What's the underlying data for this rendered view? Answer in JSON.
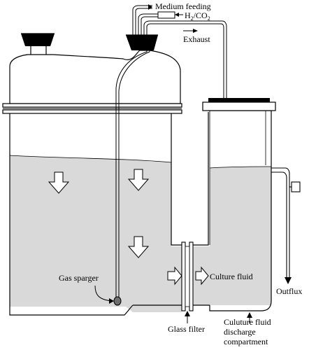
{
  "labels": {
    "medium_feeding": "Medium feeding",
    "gas_h": "H",
    "gas_sub2a": "2",
    "gas_slash_co": "/CO",
    "gas_sub2b": "2",
    "exhaust": "Exhaust",
    "gas_sparger": "Gas sparger",
    "culture_fluid": "Culture fluid",
    "outflux": "Outflux",
    "glass_filter": "Glass filter",
    "discharge_line1": "Culuture fluid",
    "discharge_line2": "discharge",
    "discharge_line3": "compartment"
  },
  "colors": {
    "liquid": "#d9d9d9",
    "outline": "#000000",
    "stopper": "#000000"
  }
}
